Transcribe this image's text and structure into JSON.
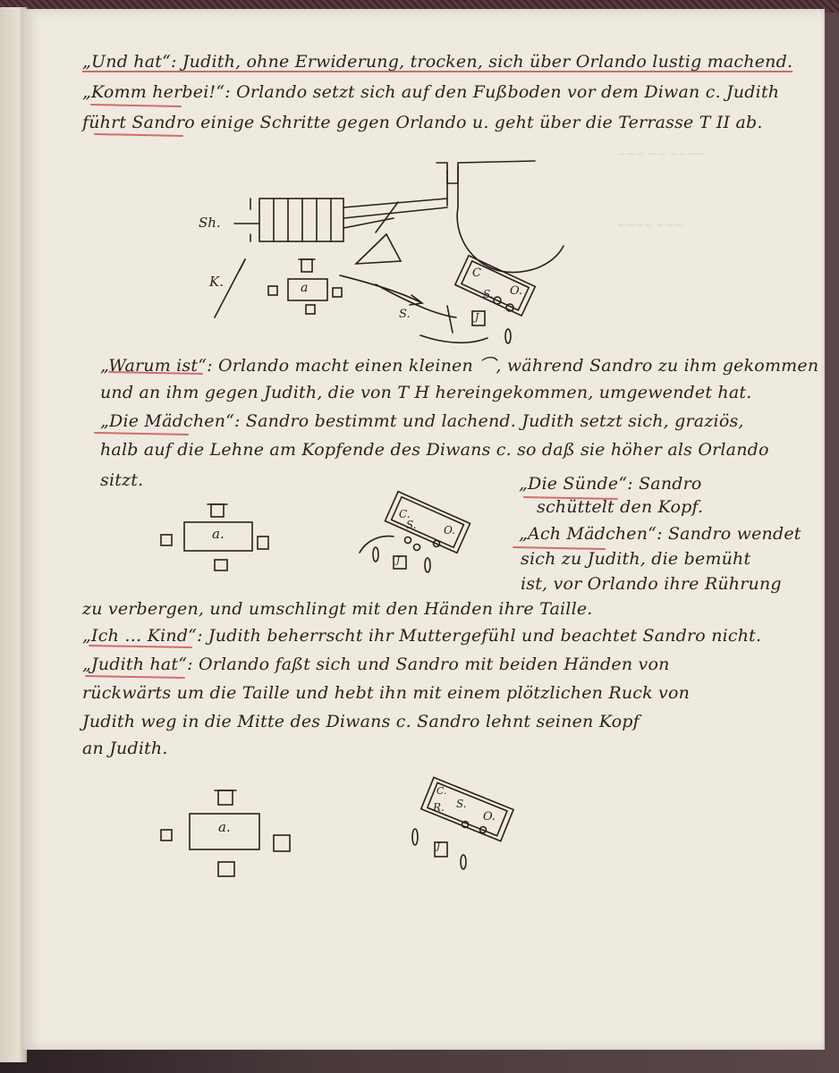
{
  "lines": [
    {
      "text": "„Und hat“: Judith, ohne Erwiderung, trocken, sich über Orlando lustig machend.",
      "underline": "„Und hat“"
    },
    {
      "text": "„Komm herbei!“: Orlando setzt sich auf den Fußboden vor dem Diwan c. Judith",
      "underline": "„Komm herbei!“"
    },
    {
      "text": "führt Sandro einige Schritte gegen Orlando u. geht über die Terrasse T II ab.",
      "underline": ""
    },
    {
      "text": "„Warum ist“: Orlando macht einen kleinen ⌒, während Sandro zu ihm gekommen",
      "underline": "„Warum ist“"
    },
    {
      "text": "und an ihm gegen Judith, die von T H hereingekommen, umgewendet hat.",
      "underline": ""
    },
    {
      "text": "„Die Mädchen“: Sandro bestimmt und lachend. Judith setzt sich, graziös,",
      "underline": "„Die Mädchen“"
    },
    {
      "text": "halb auf die Lehne am Kopfende des Diwans c. so daß sie höher als Orlando",
      "underline": ""
    },
    {
      "text": "sitzt.",
      "underline": ""
    },
    {
      "text": "„Die Sünde“: Sandro",
      "underline": "„Die Sünde“"
    },
    {
      "text": "schüttelt den Kopf.",
      "underline": ""
    },
    {
      "text": "„Ach Mädchen“: Sandro wendet",
      "underline": "„Ach Mädchen“"
    },
    {
      "text": "sich zu Judith, die bemüht",
      "underline": ""
    },
    {
      "text": "ist, vor Orlando ihre Rührung",
      "underline": ""
    },
    {
      "text": "zu verbergen, und umschlingt mit den Händen ihre Taille.",
      "underline": ""
    },
    {
      "text": "„Ich … Kind“: Judith beherrscht ihr Muttergefühl und beachtet Sandro nicht.",
      "underline": "„Ich … Kind“"
    },
    {
      "text": "„Judith hat“: Orlando faßt sich und Sandro mit beiden Händen von",
      "underline": "„Judith hat“"
    },
    {
      "text": "rückwärts um die Taille und hebt ihn mit einem plötzlichen Ruck von",
      "underline": ""
    },
    {
      "text": "Judith weg in die Mitte des Diwans c. Sandro lehnt seinen Kopf",
      "underline": ""
    },
    {
      "text": "an Judith.",
      "underline": ""
    }
  ],
  "sketch1": {
    "labels": [
      "Sh.",
      "K.",
      "a",
      "C",
      "S.",
      "O.",
      "S.",
      "J"
    ]
  },
  "sketch2": {
    "labels": [
      "a.",
      "C.",
      "S.",
      "O.",
      "J"
    ]
  },
  "sketch3": {
    "labels": [
      "a.",
      "C.",
      "R.",
      "S.",
      "O.",
      "J"
    ]
  }
}
